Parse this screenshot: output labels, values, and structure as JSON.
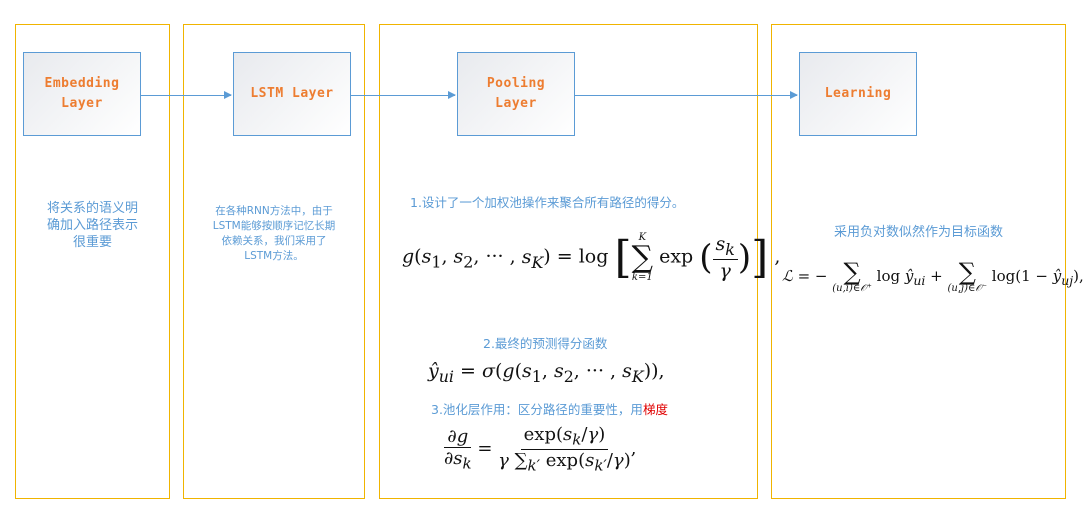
{
  "layers": [
    {
      "label_line1": "Embedding",
      "label_line2": "Layer"
    },
    {
      "label": "LSTM Layer"
    },
    {
      "label_line1": "Pooling",
      "label_line2": "Layer"
    },
    {
      "label": "Learning"
    }
  ],
  "notes": {
    "embedding": [
      "将关系的语义明",
      "确加入路径表示",
      "很重要"
    ],
    "lstm": [
      "在各种RNN方法中，由于",
      "LSTM能够按顺序记忆长期",
      "依赖关系，我们采用了",
      "LSTM方法。"
    ],
    "pooling_1": "1.设计了一个加权池操作来聚合所有路径的得分。",
    "pooling_2": "2.最终的预测得分函数",
    "pooling_3_prefix": "3.池化层作用：区分路径的重要性，用",
    "pooling_3_highlight": "梯度",
    "learning": "采用负对数似然作为目标函数"
  },
  "colors": {
    "frame": "#f0b400",
    "box_border": "#5b9bd5",
    "label": "#ed7d31",
    "note": "#5b9bd5",
    "highlight": "#e00000"
  }
}
